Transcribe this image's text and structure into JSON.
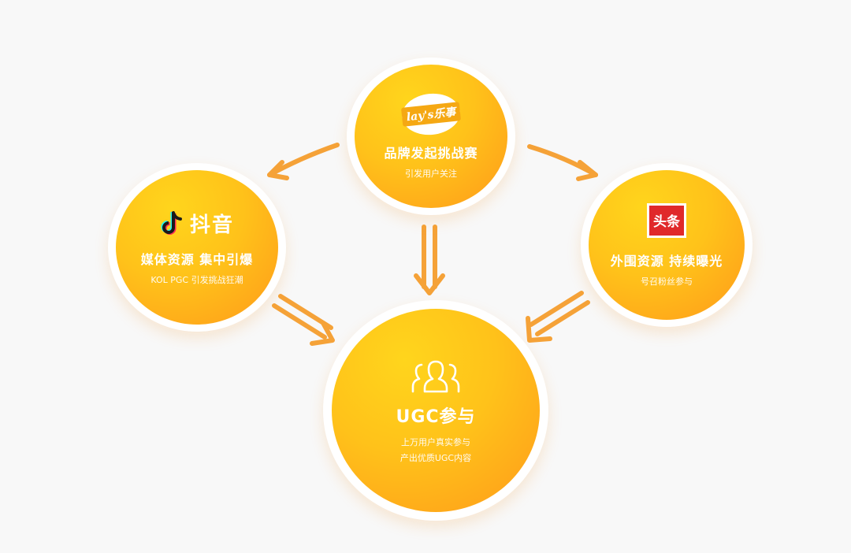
{
  "nodes": {
    "brand": {
      "logo_text": "lay's乐事",
      "title": "品牌发起挑战赛",
      "subtitle": "引发用户关注"
    },
    "douyin": {
      "logo_text": "抖音",
      "title": "媒体资源 集中引爆",
      "subtitle": "KOL PGC 引发挑战狂潮"
    },
    "toutiao": {
      "logo_text": "头条",
      "title": "外围资源 持续曝光",
      "subtitle": "号召粉丝参与"
    },
    "ugc": {
      "icon": "people-group-icon",
      "title": "UGC参与",
      "subtitle_line1": "上万用户真实参与",
      "subtitle_line2": "产出优质UGC内容"
    }
  },
  "colors": {
    "arrow": "#f5a238",
    "disc_top": "#ffd51c",
    "disc_bottom": "#ff9a1a",
    "toutiao_red": "#e0292a"
  }
}
